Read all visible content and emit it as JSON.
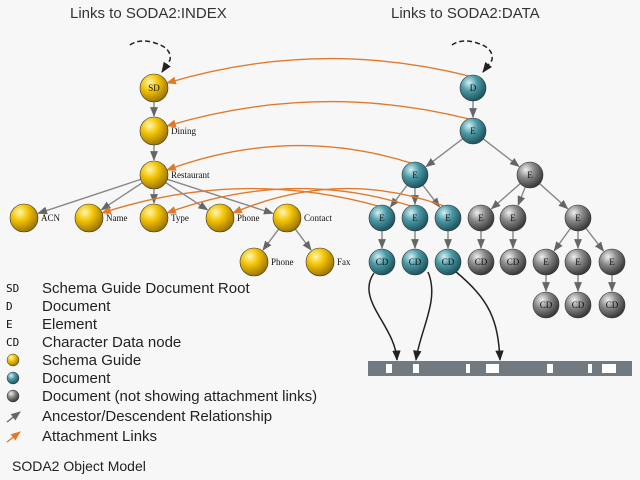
{
  "headers": {
    "left": "Links to SODA2:INDEX",
    "right": "Links to SODA2:DATA"
  },
  "caption": "SODA2 Object Model",
  "colors": {
    "schema_guide": "#f2c200",
    "document": "#4b9aa6",
    "document_gray": "#8a8a8a",
    "tree_edge": "#888888",
    "attachment": "#e07a2a",
    "data_bar": "#707a80"
  },
  "nodes": [
    {
      "id": "sd",
      "kind": "schema",
      "text": "SD",
      "label": ""
    },
    {
      "id": "dining",
      "kind": "schema",
      "text": "",
      "label": "Dining"
    },
    {
      "id": "restaurant",
      "kind": "schema",
      "text": "",
      "label": "Restaurant"
    },
    {
      "id": "acn",
      "kind": "schema",
      "text": "",
      "label": "ACN"
    },
    {
      "id": "name",
      "kind": "schema",
      "text": "",
      "label": "Name"
    },
    {
      "id": "type",
      "kind": "schema",
      "text": "",
      "label": "Type"
    },
    {
      "id": "phone1",
      "kind": "schema",
      "text": "",
      "label": "Phone"
    },
    {
      "id": "contact",
      "kind": "schema",
      "text": "",
      "label": "Contact"
    },
    {
      "id": "phone2",
      "kind": "schema",
      "text": "",
      "label": "Phone"
    },
    {
      "id": "fax",
      "kind": "schema",
      "text": "",
      "label": "Fax"
    },
    {
      "id": "d",
      "kind": "doc",
      "text": "D",
      "label": ""
    },
    {
      "id": "e1",
      "kind": "doc",
      "text": "E",
      "label": ""
    },
    {
      "id": "e2",
      "kind": "doc",
      "text": "E",
      "label": ""
    },
    {
      "id": "e3a",
      "kind": "doc",
      "text": "E",
      "label": ""
    },
    {
      "id": "e3b",
      "kind": "doc",
      "text": "E",
      "label": ""
    },
    {
      "id": "e3c",
      "kind": "doc",
      "text": "E",
      "label": ""
    },
    {
      "id": "cd1",
      "kind": "doc",
      "text": "CD",
      "label": ""
    },
    {
      "id": "cd2",
      "kind": "doc",
      "text": "CD",
      "label": ""
    },
    {
      "id": "cd3",
      "kind": "doc",
      "text": "CD",
      "label": ""
    },
    {
      "id": "g_e2",
      "kind": "gray",
      "text": "E",
      "label": ""
    },
    {
      "id": "g_e3a",
      "kind": "gray",
      "text": "E",
      "label": ""
    },
    {
      "id": "g_e3b",
      "kind": "gray",
      "text": "E",
      "label": ""
    },
    {
      "id": "g_e3c",
      "kind": "gray",
      "text": "E",
      "label": ""
    },
    {
      "id": "g_cd1",
      "kind": "gray",
      "text": "CD",
      "label": ""
    },
    {
      "id": "g_cd2",
      "kind": "gray",
      "text": "CD",
      "label": ""
    },
    {
      "id": "g_e4a",
      "kind": "gray",
      "text": "E",
      "label": ""
    },
    {
      "id": "g_e4b",
      "kind": "gray",
      "text": "E",
      "label": ""
    },
    {
      "id": "g_e4c",
      "kind": "gray",
      "text": "E",
      "label": ""
    },
    {
      "id": "g_cd3",
      "kind": "gray",
      "text": "CD",
      "label": ""
    },
    {
      "id": "g_cd4",
      "kind": "gray",
      "text": "CD",
      "label": ""
    },
    {
      "id": "g_cd5",
      "kind": "gray",
      "text": "CD",
      "label": ""
    }
  ],
  "tree_edges": [
    [
      "sd",
      "dining"
    ],
    [
      "dining",
      "restaurant"
    ],
    [
      "restaurant",
      "acn"
    ],
    [
      "restaurant",
      "name"
    ],
    [
      "restaurant",
      "type"
    ],
    [
      "restaurant",
      "phone1"
    ],
    [
      "restaurant",
      "contact"
    ],
    [
      "contact",
      "phone2"
    ],
    [
      "contact",
      "fax"
    ],
    [
      "d",
      "e1"
    ],
    [
      "e1",
      "e2"
    ],
    [
      "e1",
      "g_e2"
    ],
    [
      "e2",
      "e3a"
    ],
    [
      "e2",
      "e3b"
    ],
    [
      "e2",
      "e3c"
    ],
    [
      "e3a",
      "cd1"
    ],
    [
      "e3b",
      "cd2"
    ],
    [
      "e3c",
      "cd3"
    ],
    [
      "g_e2",
      "g_e3a"
    ],
    [
      "g_e2",
      "g_e3b"
    ],
    [
      "g_e2",
      "g_e3c"
    ],
    [
      "g_e3a",
      "g_cd1"
    ],
    [
      "g_e3b",
      "g_cd2"
    ],
    [
      "g_e3c",
      "g_e4a"
    ],
    [
      "g_e3c",
      "g_e4b"
    ],
    [
      "g_e3c",
      "g_e4c"
    ],
    [
      "g_e4a",
      "g_cd3"
    ],
    [
      "g_e4b",
      "g_cd4"
    ],
    [
      "g_e4c",
      "g_cd5"
    ]
  ],
  "attachment_links": [
    [
      "d",
      "sd"
    ],
    [
      "e1",
      "dining"
    ],
    [
      "e2",
      "restaurant"
    ],
    [
      "e3a",
      "name"
    ],
    [
      "e3b",
      "type"
    ],
    [
      "e3c",
      "phone1"
    ]
  ],
  "legend": [
    {
      "symbol": "SD",
      "text": "Schema Guide Document Root"
    },
    {
      "symbol": "D",
      "text": "Document"
    },
    {
      "symbol": "E",
      "text": "Element"
    },
    {
      "symbol": "CD",
      "text": "Character Data node"
    },
    {
      "symbol": "schema-ball",
      "text": "Schema Guide"
    },
    {
      "symbol": "doc-ball",
      "text": "Document"
    },
    {
      "symbol": "gray-ball",
      "text": "Document (not showing attachment links)"
    },
    {
      "symbol": "gray-arrow",
      "text": "Ancestor/Descendent Relationship"
    },
    {
      "symbol": "orange-arrow",
      "text": "Attachment Links"
    }
  ]
}
